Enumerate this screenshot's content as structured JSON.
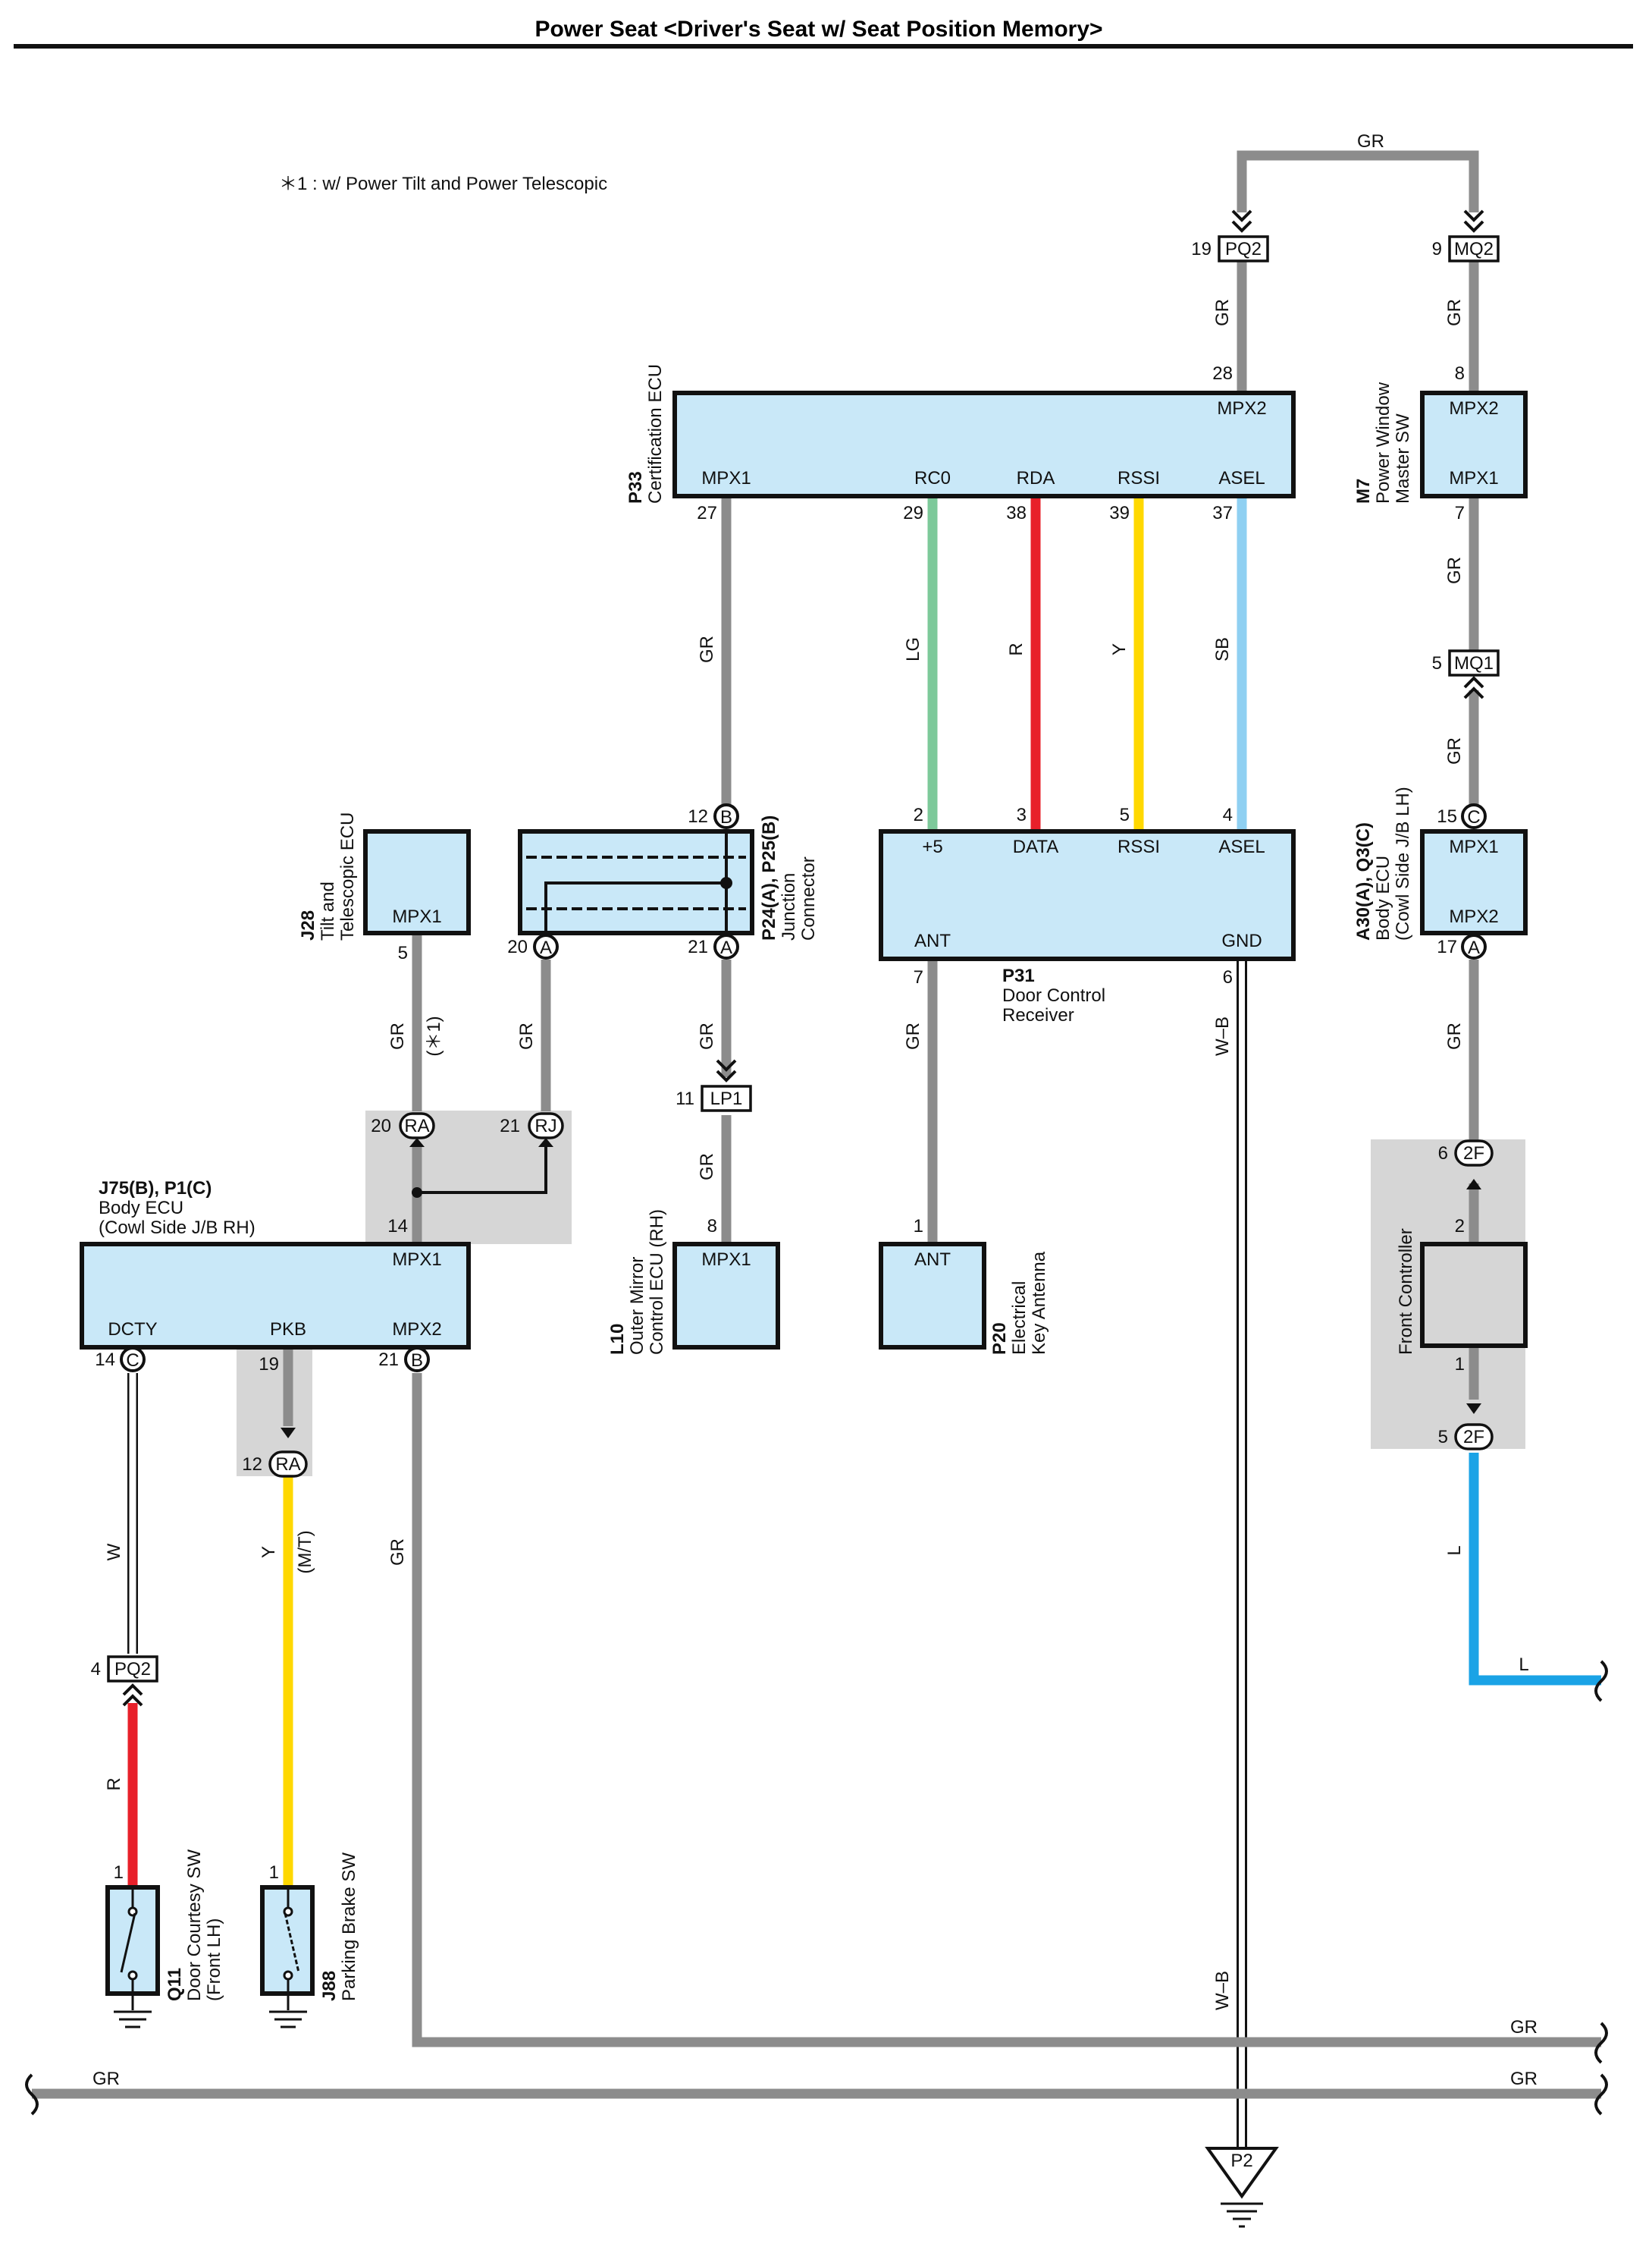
{
  "title": "Power Seat <Driver's Seat w/ Seat Position Memory>",
  "note": "＊1 : w/ Power Tilt and Power Telescopic",
  "colors": {
    "GR": "#8c8c8c",
    "LG": "#7dc99a",
    "R": "#e8202a",
    "Y": "#ffd800",
    "SB": "#8fd0f2",
    "L": "#1aa3e6",
    "W": "#ffffff",
    "WB": "#ffffff",
    "box_fill": "#c9e8f8",
    "shade": "#d6d6d6"
  },
  "components": {
    "p33": {
      "code": "P33",
      "name": "Certification ECU",
      "pins": [
        "MPX2",
        "MPX1",
        "RC0",
        "RDA",
        "RSSI",
        "ASEL"
      ]
    },
    "m7": {
      "code": "M7",
      "name1": "Power Window",
      "name2": "Master SW",
      "pins": [
        "MPX2",
        "MPX1"
      ]
    },
    "j28": {
      "code": "J28",
      "name1": "Tilt and",
      "name2": "Telescopic ECU",
      "pin": "MPX1"
    },
    "p24": {
      "code": "P24(A), P25(B)",
      "name1": "Junction",
      "name2": "Connector"
    },
    "p31": {
      "code": "P31",
      "name1": "Door Control",
      "name2": "Receiver",
      "pins": [
        "+5",
        "DATA",
        "RSSI",
        "ASEL",
        "ANT",
        "GND"
      ]
    },
    "a30": {
      "code": "A30(A), Q3(C)",
      "name1": "Body ECU",
      "name2": "(Cowl Side J/B LH)",
      "pins": [
        "MPX1",
        "MPX2"
      ]
    },
    "j75": {
      "code": "J75(B), P1(C)",
      "name1": "Body ECU",
      "name2": "(Cowl Side J/B RH)",
      "pins": [
        "MPX1",
        "DCTY",
        "PKB",
        "MPX2"
      ]
    },
    "l10": {
      "code": "L10",
      "name1": "Outer Mirror",
      "name2": "Control ECU (RH)",
      "pin": "MPX1"
    },
    "p20": {
      "code": "P20",
      "name1": "Electrical",
      "name2": "Key Antenna",
      "pin": "ANT"
    },
    "front": {
      "name": "Front Controller"
    },
    "q11": {
      "code": "Q11",
      "name1": "Door Courtesy SW",
      "name2": "(Front LH)"
    },
    "j88": {
      "code": "J88",
      "name1": "Parking Brake SW"
    },
    "p2": {
      "code": "P2"
    }
  },
  "connectors": {
    "pq2_top": "PQ2",
    "mq2": "MQ2",
    "mq1": "MQ1",
    "lp1": "LP1",
    "pq2_bot": "PQ2",
    "ra_top": "RA",
    "rj": "RJ",
    "ra_bot": "RA",
    "f2_top": "2F",
    "f2_bot": "2F",
    "b": "B",
    "a": "A",
    "c": "C"
  },
  "pins": {
    "p19": "19",
    "p9": "9",
    "p28": "28",
    "p8": "8",
    "p27": "27",
    "p29": "29",
    "p38": "38",
    "p39": "39",
    "p37": "37",
    "p7": "7",
    "p5": "5",
    "p15": "15",
    "p17": "17",
    "p6": "6",
    "p2": "2",
    "p1": "1",
    "p12": "12",
    "p20": "20",
    "p21": "21",
    "p3": "3",
    "p4": "4",
    "p11": "11",
    "p14": "14"
  },
  "wires": {
    "gr": "GR",
    "lg": "LG",
    "r": "R",
    "y": "Y",
    "sb": "SB",
    "l": "L",
    "w": "W",
    "wb": "W–B"
  },
  "notes": {
    "star1": "(＊1)",
    "mt": "(M/T)"
  }
}
